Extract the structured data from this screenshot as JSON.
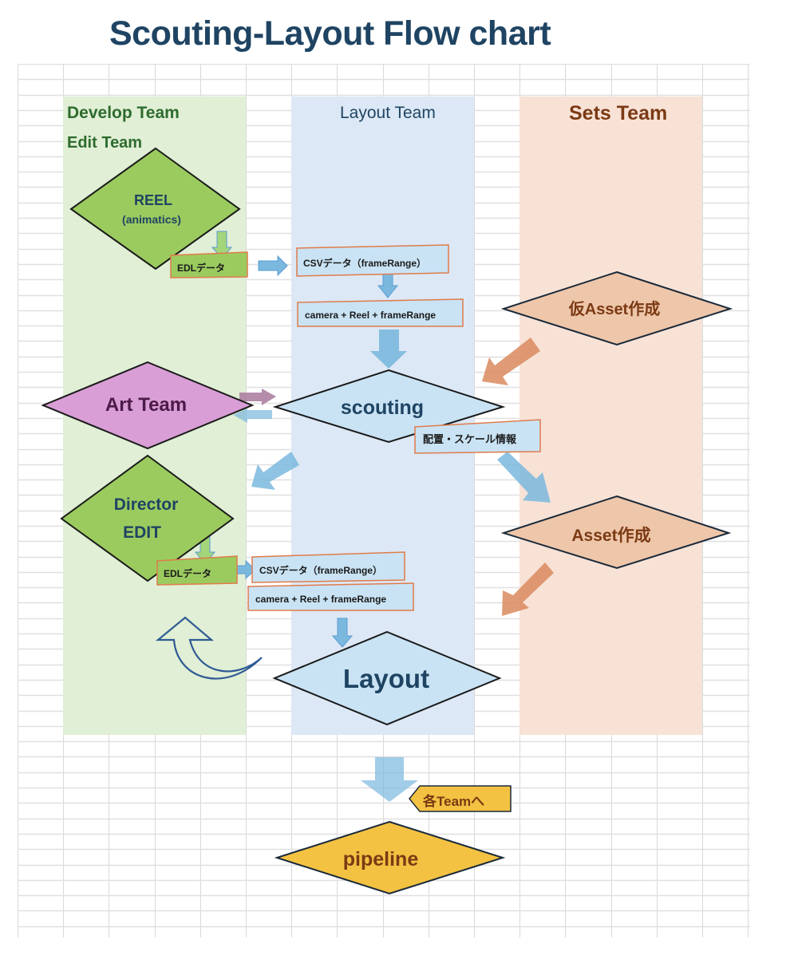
{
  "title": "Scouting-Layout Flow chart",
  "lanes": [
    {
      "id": "develop",
      "label": "Develop Team",
      "sublabel": "Edit Team",
      "color": "#e0efd5",
      "text_color": "#2e6b2e"
    },
    {
      "id": "layout",
      "label": "Layout Team",
      "color": "#dce8f5",
      "text_color": "#1f4463"
    },
    {
      "id": "sets",
      "label": "Sets Team",
      "color": "#f8e2d6",
      "text_color": "#7b3a14"
    }
  ],
  "nodes": {
    "reel": {
      "label": "REEL",
      "sublabel": "(animatics)",
      "fill": "#9bcb5f",
      "text_color": "#1f4463"
    },
    "art_team": {
      "label": "Art Team",
      "fill": "#d99ed6",
      "text_color": "#4a1a48"
    },
    "scouting": {
      "label": "scouting",
      "fill": "#c9e3f4",
      "text_color": "#1f4463"
    },
    "director_edit": {
      "label": "Director",
      "sublabel": "EDIT",
      "fill": "#9bcb5f",
      "text_color": "#1f4463"
    },
    "layout": {
      "label": "Layout",
      "fill": "#c9e3f4",
      "text_color": "#1f4463"
    },
    "temp_asset": {
      "label": "仮Asset作成",
      "fill": "#eec6aa",
      "text_color": "#7b3a14"
    },
    "asset": {
      "label": "Asset作成",
      "fill": "#eec6aa",
      "text_color": "#7b3a14"
    },
    "pipeline": {
      "label": "pipeline",
      "fill": "#f4c242",
      "text_color": "#7b3a14"
    }
  },
  "boxes": {
    "edl_1": "EDLデータ",
    "csv_1": "CSVデータ（frameRange）",
    "camera_1": "camera + Reel + frameRange",
    "placement": "配置・スケール情報",
    "edl_2": "EDLデータ",
    "csv_2": "CSVデータ（frameRange）",
    "camera_2": "camera + Reel + frameRange",
    "to_teams": "各Teamへ"
  },
  "colors": {
    "box_green": "#9bcb5f",
    "box_blue": "#c9e3f4",
    "box_border": "#e07b4a",
    "arrow_blue": "#7ab8de",
    "arrow_orange": "#d98a5e",
    "arrow_purple": "#a8799c",
    "arrow_green": "#a3d67a",
    "curve_arrow": "#2e5a94",
    "badge_yellow": "#f4c242"
  }
}
